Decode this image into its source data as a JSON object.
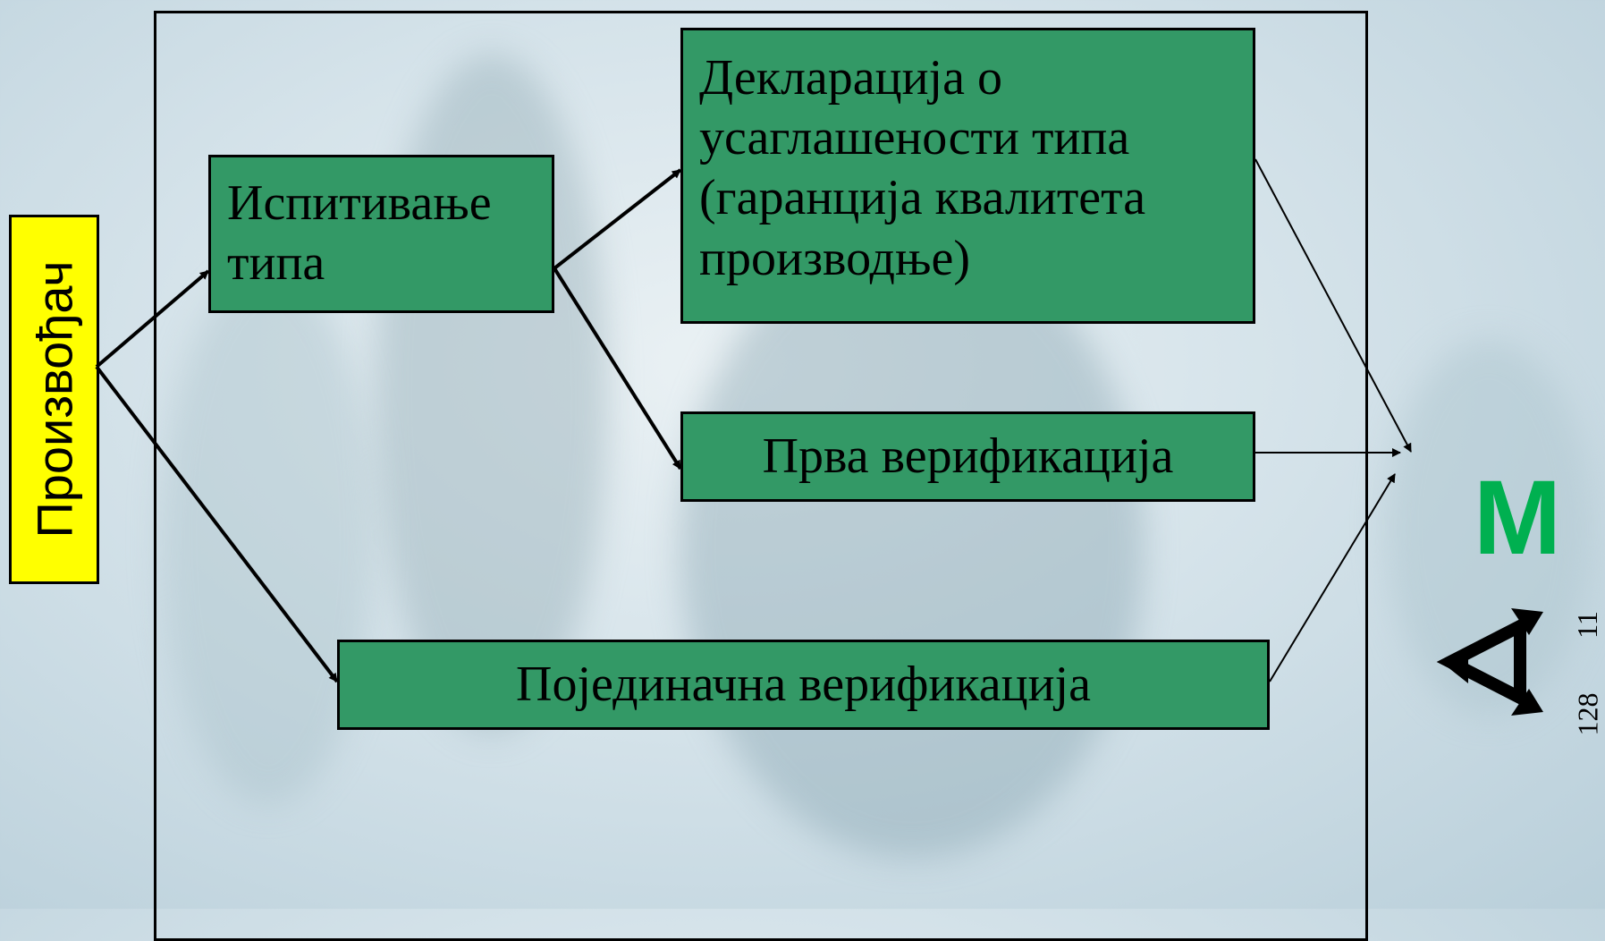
{
  "manufacturer_label": "Произвођач",
  "boxes": {
    "type_examination": "Испитивање типа",
    "declaration": "Декларација о усаглашености типа (гаранција квалитета производње)",
    "first_verification": "Прва верификација",
    "individual_verification": "Појединачна верификација"
  },
  "mark": {
    "letter": "M",
    "letter_color": "#00b050",
    "num_a": "11",
    "num_b": "128"
  },
  "colors": {
    "box_fill": "#339966",
    "manufacturer_fill": "#ffff00"
  }
}
